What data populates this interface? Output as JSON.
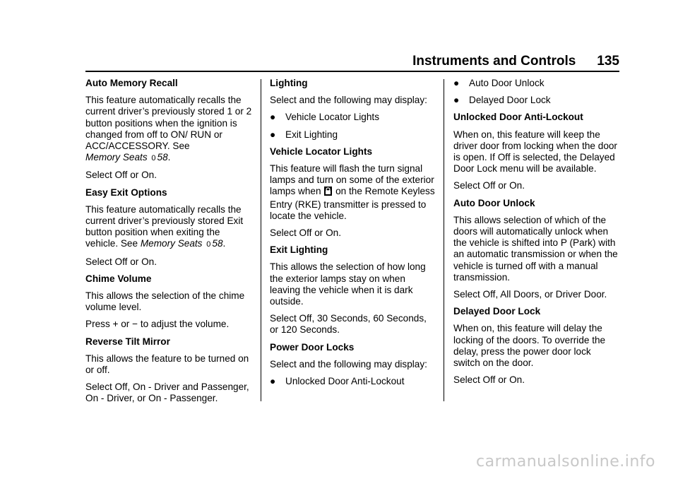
{
  "header": {
    "section": "Instruments and Controls",
    "page_number": "135"
  },
  "col1": {
    "auto_memory_heading": "Auto Memory Recall",
    "auto_memory_text_a": "This feature automatically recalls the current driver’s previously stored 1 or 2 button positions when the ignition is changed from off to ON/ RUN or ACC/ACCESSORY. See",
    "auto_memory_ref": "Memory Seats",
    "auto_memory_arrow": "0",
    "auto_memory_page": "58",
    "auto_memory_end": ".",
    "auto_memory_select": "Select Off or On.",
    "easy_exit_heading": "Easy Exit Options",
    "easy_exit_text_a": "This feature automatically recalls the current driver’s previously stored Exit button position when exiting the vehicle. See",
    "easy_exit_ref": "Memory Seats",
    "easy_exit_arrow": "0",
    "easy_exit_page": "58",
    "easy_exit_end": ".",
    "easy_exit_select": "Select Off or On.",
    "chime_heading": "Chime Volume",
    "chime_text": "This allows the selection of the chime volume level.",
    "chime_press": "Press + or − to adjust the volume.",
    "tilt_heading": "Reverse Tilt Mirror",
    "tilt_text": "This allows the feature to be turned on or off.",
    "tilt_select": "Select Off, On - Driver and Passenger, On - Driver, or On - Passenger."
  },
  "col2": {
    "lighting_heading": "Lighting",
    "lighting_text": "Select and the following may display:",
    "lighting_bullets": [
      "Vehicle Locator Lights",
      "Exit Lighting"
    ],
    "locator_heading": "Vehicle Locator Lights",
    "locator_text_a": "This feature will flash the turn signal lamps and turn on some of the exterior lamps when",
    "locator_text_b": "on the Remote Keyless Entry (RKE) transmitter is pressed to locate the vehicle.",
    "locator_icon": "key-fob-lock-icon",
    "locator_select": "Select Off or On.",
    "exit_heading": "Exit Lighting",
    "exit_text": "This allows the selection of how long the exterior lamps stay on when leaving the vehicle when it is dark outside.",
    "exit_select": "Select Off, 30 Seconds, 60 Seconds, or 120 Seconds.",
    "locks_heading": "Power Door Locks",
    "locks_text": "Select and the following may display:",
    "locks_bullet": "Unlocked Door Anti-Lockout"
  },
  "col3": {
    "bullets": [
      "Auto Door Unlock",
      "Delayed Door Lock"
    ],
    "anti_heading": "Unlocked Door Anti-Lockout",
    "anti_text": "When on, this feature will keep the driver door from locking when the door is open. If Off is selected, the Delayed Door Lock menu will be available.",
    "anti_select": "Select Off or On.",
    "unlock_heading": "Auto Door Unlock",
    "unlock_text": "This allows selection of which of the doors will automatically unlock when the vehicle is shifted into P (Park) with an automatic transmission or when the vehicle is turned off with a manual transmission.",
    "unlock_select": "Select Off, All Doors, or Driver Door.",
    "delay_heading": "Delayed Door Lock",
    "delay_text": "When on, this feature will delay the locking of the doors. To override the delay, press the power door lock switch on the door.",
    "delay_select": "Select Off or On."
  },
  "bullet_symbol": "●",
  "watermark": "carmanualsonline.info"
}
